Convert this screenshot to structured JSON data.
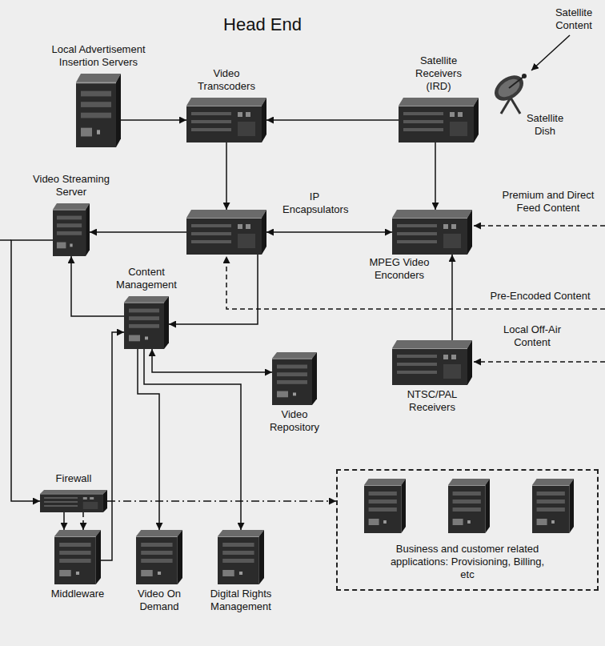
{
  "diagram": {
    "title": "Head End",
    "nodes": [
      {
        "text": [
          "Local Advertisement Insertion Servers"
        ]
      },
      {
        "text": [
          "Video Transcoders"
        ]
      },
      {
        "text": [
          "Satellite Receivers (IRD)"
        ]
      },
      {
        "text": [
          "Satellite Dish"
        ]
      },
      {
        "text": [
          "Video Streaming Server"
        ]
      },
      {
        "text": [
          "IP Encapsulators"
        ]
      },
      {
        "text": [
          "MPEG Video Enconders"
        ]
      },
      {
        "text": [
          "Content Management"
        ]
      },
      {
        "text": [
          "NTSC/PAL Receivers"
        ]
      },
      {
        "text": [
          "Video Repository"
        ]
      },
      {
        "text": [
          "Firewall"
        ]
      },
      {
        "text": [
          "Business and customer related applications: Provisioning, Billing, etc"
        ]
      },
      {
        "text": [
          "Middleware"
        ]
      },
      {
        "text": [
          "Video On Demand"
        ]
      },
      {
        "text": [
          "Digital Rights Management"
        ]
      }
    ],
    "edges": [
      {
        "from": 0,
        "to": 1,
        "arrow": "to"
      },
      {
        "from": 2,
        "to": 1,
        "arrow": "to"
      },
      {
        "from": 1,
        "to": 5,
        "arrow": "to"
      },
      {
        "from": 2,
        "to": 6,
        "arrow": "to"
      },
      {
        "from": 5,
        "to": 6,
        "arrow": "both"
      },
      {
        "from": 5,
        "to": 4,
        "arrow": "to"
      },
      {
        "from": 5,
        "to": 7,
        "arrow": "to"
      },
      {
        "from": 8,
        "to": 6,
        "arrow": "to"
      },
      {
        "from": 7,
        "to": 9,
        "arrow": "both"
      },
      {
        "from": 7,
        "to": 13,
        "arrow": "to"
      },
      {
        "from": 7,
        "to": 14,
        "arrow": "to"
      },
      {
        "from": 4,
        "to": 10,
        "arrow": "to"
      },
      {
        "from": 7,
        "to": 4,
        "arrow": "to"
      },
      {
        "from": 12,
        "to": 7,
        "arrow": "to"
      },
      {
        "from": 10,
        "to": 12,
        "arrow": "to"
      },
      {
        "from": 10,
        "to": 12,
        "arrow": "to"
      },
      {
        "from": 10,
        "to": 11,
        "arrow": "to"
      }
    ],
    "labels": [
      "Satellite Content",
      "Premium and Direct Feed Content",
      "Pre-Encoded Content",
      "Local Off-Air Content"
    ]
  }
}
